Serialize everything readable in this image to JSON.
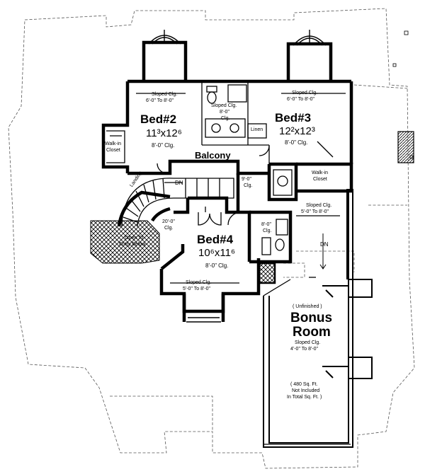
{
  "rooms": {
    "bed2": {
      "name": "Bed#2",
      "size": "11³x12⁶",
      "ceiling": "8'-0\" Clg."
    },
    "bed3": {
      "name": "Bed#3",
      "size": "12²x12³",
      "ceiling": "8'-0\" Clg."
    },
    "bed4": {
      "name": "Bed#4",
      "size": "10⁶x11⁶",
      "ceiling": "8'-0\" Clg."
    },
    "balcony": {
      "name": "Balcony"
    },
    "bonus": {
      "paren": "( Unfinished )",
      "name1": "Bonus",
      "name2": "Room",
      "ceiling1": "Sloped Clg.",
      "ceiling2": "4'-0\" To 8'-0\"",
      "note1": "( 480 Sq. Ft.",
      "note2": "Not Included",
      "note3": "In Total Sq. Ft. )"
    }
  },
  "closets": {
    "walkin_left": [
      "Walk-in",
      "Closet"
    ],
    "walkin_right": [
      "Walk-in",
      "Closet"
    ],
    "linen": "Linen"
  },
  "notes": {
    "sloped_bed2": [
      "Sloped Clg.",
      "6'-0\" To 8'-0\""
    ],
    "sloped_bath": [
      "Sloped Clg.",
      "8'-0\"",
      "Clg."
    ],
    "sloped_bed3": [
      "Sloped Clg.",
      "6'-0\" To 8'-0\""
    ],
    "sloped_right_mid": [
      "Sloped Clg.",
      "5'-0\" To 8'-0\""
    ],
    "sloped_bed4": [
      "Sloped Clg.",
      "5'-0\" To 8'-0\""
    ],
    "clg_9": [
      "9'-0\"",
      "Clg."
    ],
    "clg_20": [
      "20'-0\"",
      "Clg."
    ],
    "clg_8_bath": [
      "8'-0\"",
      "Clg."
    ],
    "open_entry": [
      "Open To",
      "Entry Below"
    ],
    "landing": "Landing",
    "dn_stair": "DN",
    "dn_bonus": "DN"
  }
}
